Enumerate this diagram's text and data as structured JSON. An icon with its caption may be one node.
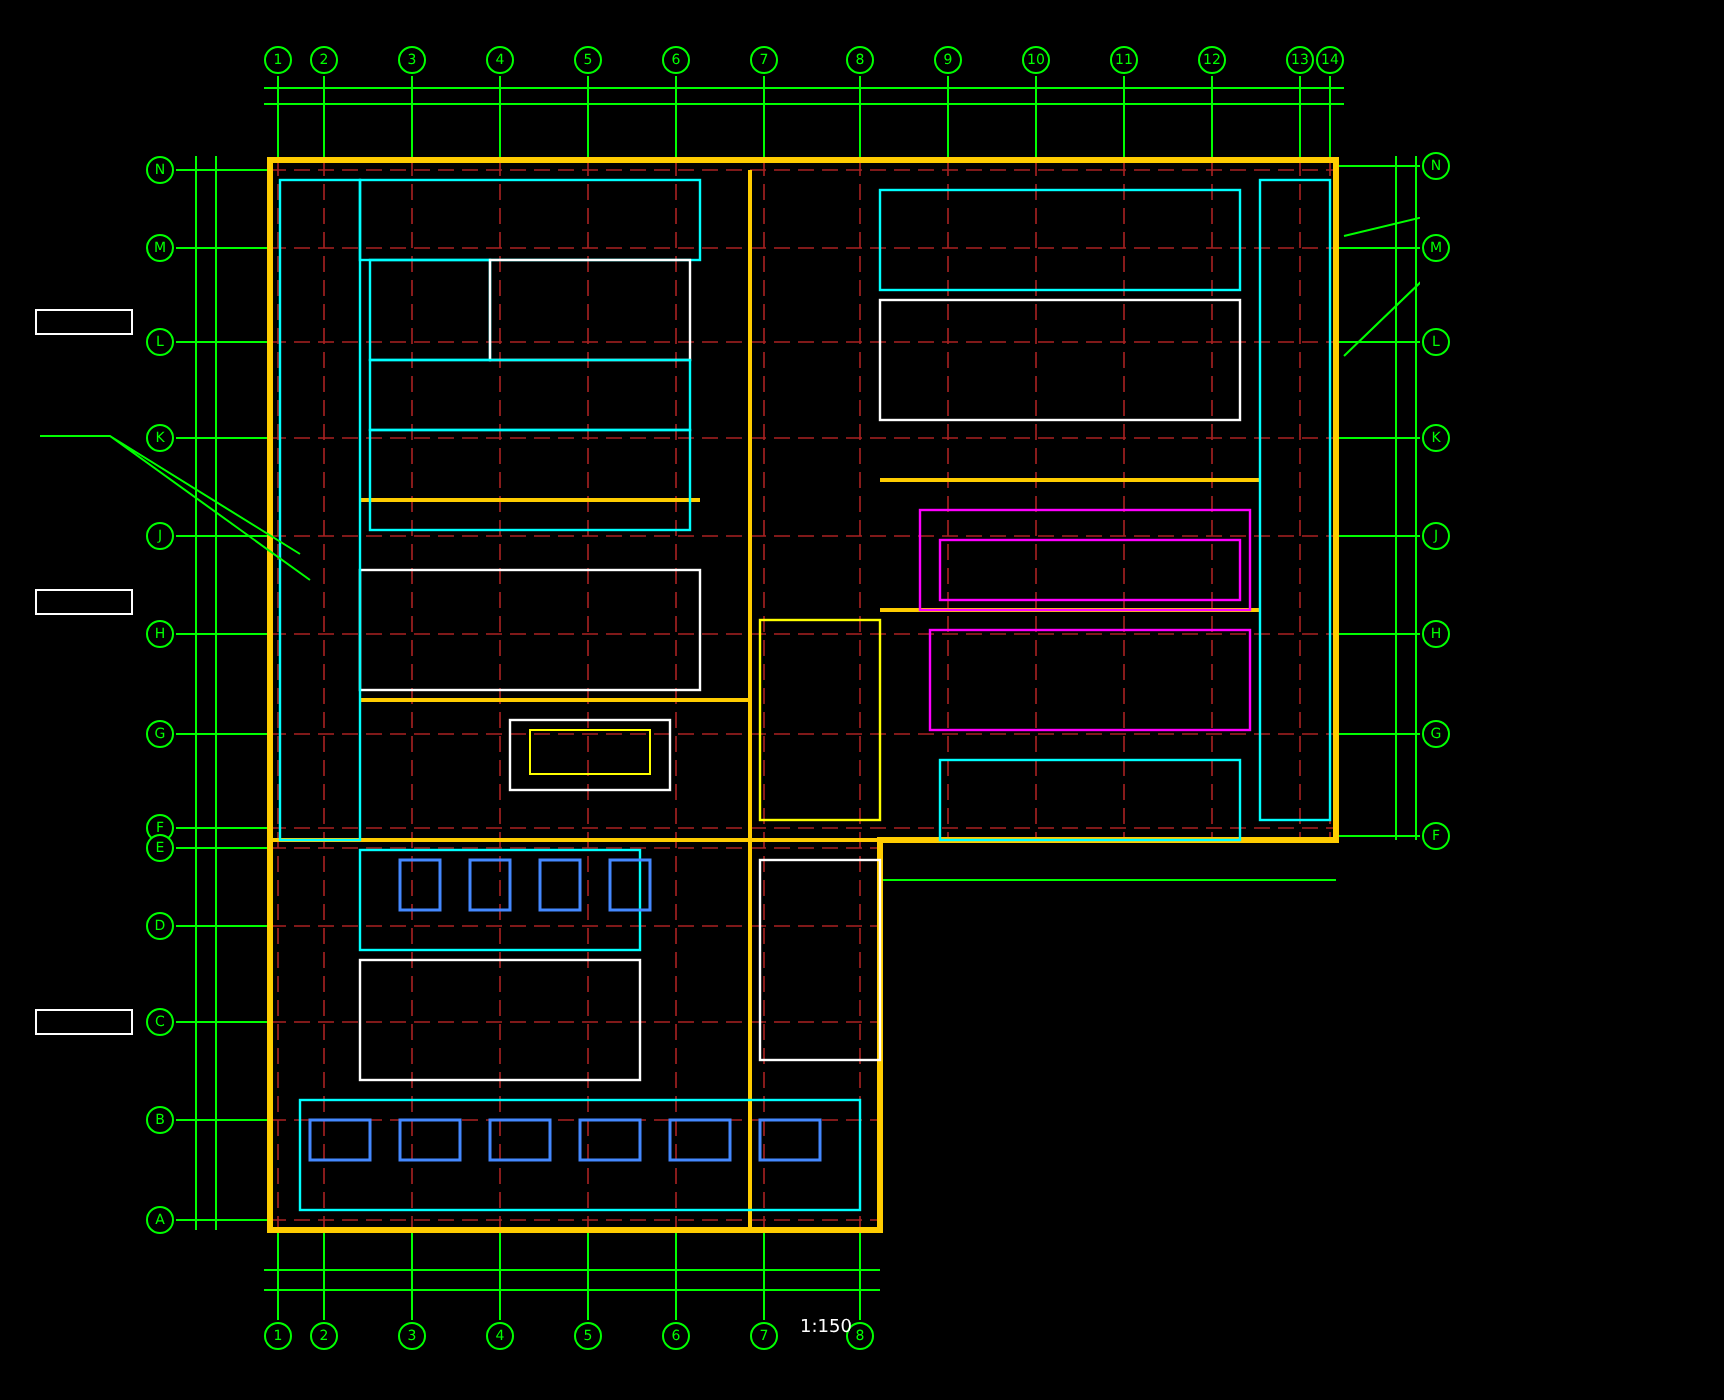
{
  "diagram": {
    "labels": [
      "1",
      "2",
      "3",
      "4",
      "5",
      "6",
      "7",
      "8",
      "9",
      "10",
      "11",
      "12",
      "13",
      "14",
      "1",
      "2",
      "3",
      "4",
      "5",
      "6",
      "7",
      "8",
      "N",
      "M",
      "L",
      "K",
      "J",
      "H",
      "G",
      "F",
      "E",
      "D",
      "C",
      "B",
      "A",
      "N",
      "M",
      "L",
      "K",
      "J",
      "H",
      "G",
      "F",
      "1:150"
    ]
  }
}
